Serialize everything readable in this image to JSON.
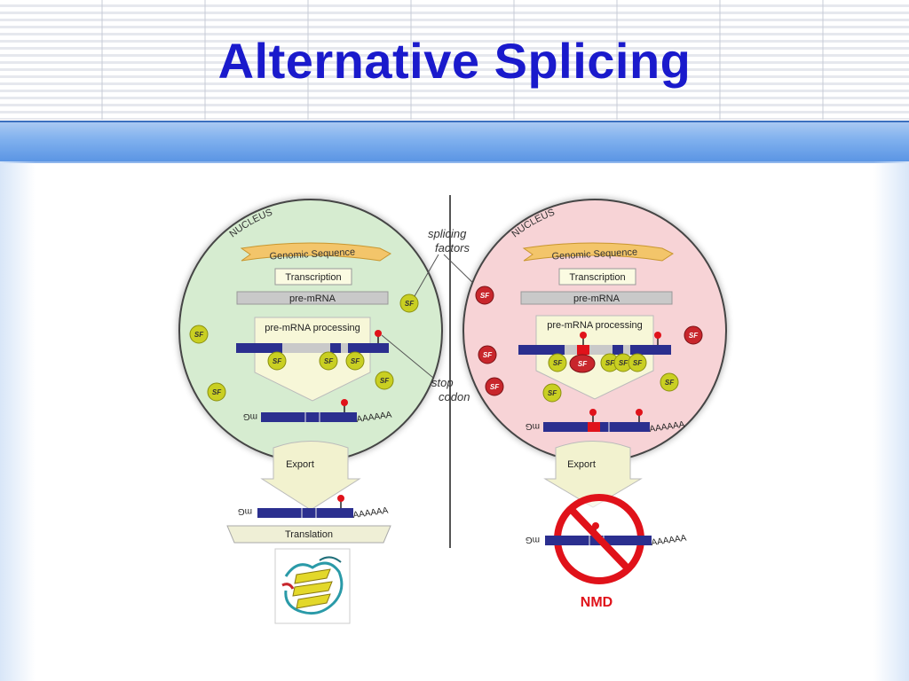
{
  "slide": {
    "title": "Alternative Splicing"
  },
  "diagram": {
    "left_panel": {
      "nucleus_label": "NUCLEUS",
      "genomic_sequence": "Genomic Sequence",
      "transcription": "Transcription",
      "pre_mrna": "pre-mRNA",
      "processing": "pre-mRNA processing",
      "cap": "mG",
      "polya": "AAAAAA",
      "export": "Export",
      "translation": "Translation",
      "sf": "SF"
    },
    "right_panel": {
      "nucleus_label": "NUCLEUS",
      "genomic_sequence": "Genomic Sequence",
      "transcription": "Transcription",
      "pre_mrna": "pre-mRNA",
      "processing": "pre-mRNA processing",
      "cap": "mG",
      "polya": "AAAAAA",
      "export": "Export",
      "nmd": "NMD",
      "sf": "SF"
    },
    "annotations": {
      "splicing_1": "splicing",
      "splicing_2": "factors",
      "stop_1": "stop",
      "stop_2": "codon"
    },
    "colors": {
      "title": "#1a1acc",
      "left_nucleus": "#d6ecd0",
      "right_nucleus": "#f7d3d6",
      "exon": "#2b2f8f",
      "sf_yellow": "#c9cf22",
      "sf_red": "#c8262c",
      "stop": "#e0121a"
    }
  }
}
